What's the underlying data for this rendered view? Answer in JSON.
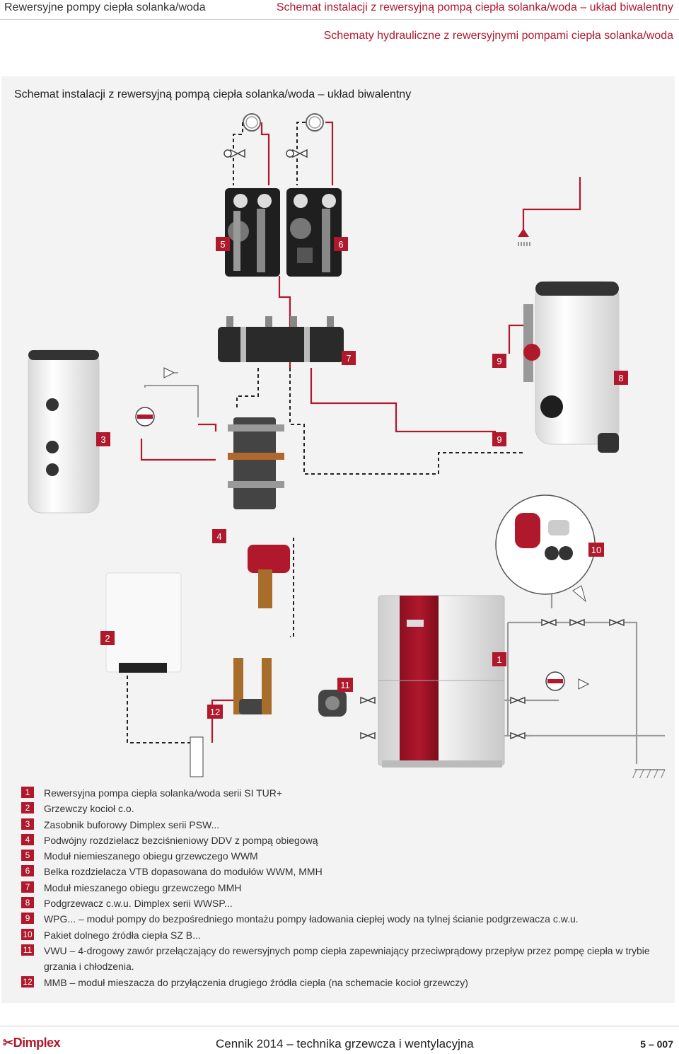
{
  "header": {
    "left": "Rewersyjne pompy ciepła solanka/woda",
    "right": "Schemat instalacji z rewersyjną pompą ciepła solanka/woda – układ biwalentny",
    "subtitle": "Schematy hydrauliczne z rewersyjnymi pompami ciepła solanka/woda"
  },
  "panel": {
    "title": "Schemat instalacji z rewersyjną pompą ciepła solanka/woda – układ biwalentny"
  },
  "diagram_tags": [
    "1",
    "2",
    "3",
    "4",
    "5",
    "6",
    "7",
    "8",
    "9",
    "9",
    "10",
    "11",
    "12"
  ],
  "legend": [
    {
      "num": "1",
      "text": "Rewersyjna pompa ciepła solanka/woda serii SI TUR+"
    },
    {
      "num": "2",
      "text": "Grzewczy kocioł c.o."
    },
    {
      "num": "3",
      "text": "Zasobnik buforowy Dimplex serii PSW..."
    },
    {
      "num": "4",
      "text": "Podwójny rozdzielacz bezciśnieniowy DDV z pompą obiegową"
    },
    {
      "num": "5",
      "text": "Moduł niemieszanego obiegu grzewczego WWM"
    },
    {
      "num": "6",
      "text": "Belka rozdzielacza VTB dopasowana do modułów WWM, MMH"
    },
    {
      "num": "7",
      "text": "Moduł mieszanego obiegu grzewczego MMH"
    },
    {
      "num": "8",
      "text": "Podgrzewacz c.w.u. Dimplex serii WWSP..."
    },
    {
      "num": "9",
      "text": "WPG... – moduł pompy do bezpośredniego montażu pompy ładowania ciepłej wody na tylnej ścianie podgrzewacza c.w.u."
    },
    {
      "num": "10",
      "text": "Pakiet dolnego źródła ciepła SZ B..."
    },
    {
      "num": "11",
      "text": " VWU – 4-drogowy zawór przełączający do rewersyjnych pomp ciepła zapewniający przeciwprądowy przepływ przez pompę ciepła w trybie grzania i chłodzenia."
    },
    {
      "num": "12",
      "text": "MMB – moduł mieszacza do przyłączenia drugiego źródła ciepła (na schemacie kocioł grzewczy)"
    }
  ],
  "footer": {
    "logo": "Dimplex",
    "center": "Cennik 2014 – technika grzewcza i wentylacyjna",
    "page": "5 – 007"
  },
  "colors": {
    "accent": "#b0182c",
    "pipe_grey": "#999999",
    "panel_bg": "#f3f3f3"
  }
}
